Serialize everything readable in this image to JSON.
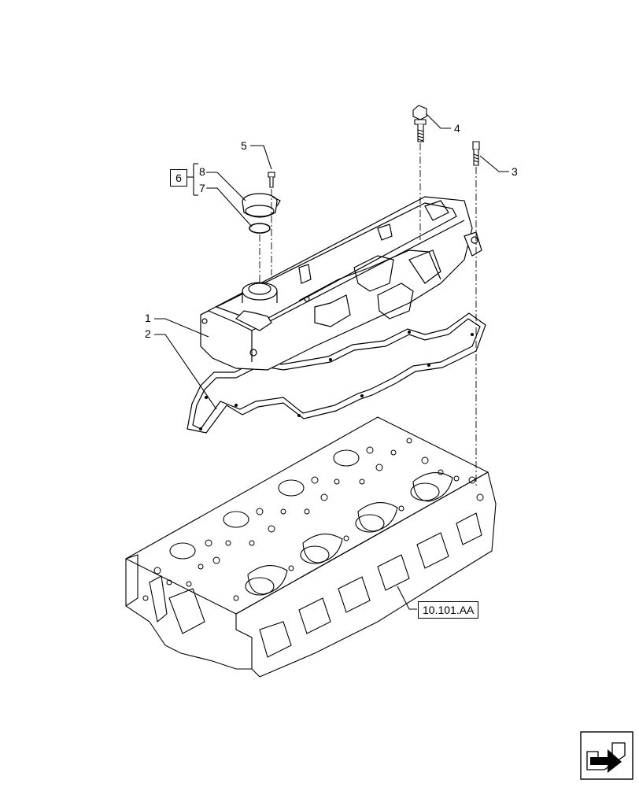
{
  "callouts": {
    "c1": "1",
    "c2": "2",
    "c3": "3",
    "c4": "4",
    "c5": "5",
    "c6": "6",
    "c7": "7",
    "c8": "8"
  },
  "reference": "10.101.AA",
  "icons": {
    "nav": "next-page-arrow-icon"
  }
}
